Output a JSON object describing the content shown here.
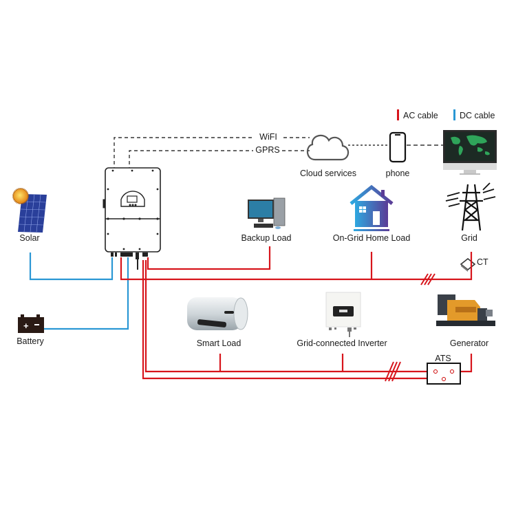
{
  "legend": {
    "ac": {
      "label": "AC cable",
      "color": "#d7141b"
    },
    "dc": {
      "label": "DC cable",
      "color": "#2a97d4"
    }
  },
  "comm": {
    "wifi_label": "WiFI",
    "gprs_label": "GPRS"
  },
  "nodes": {
    "cloud": "Cloud services",
    "phone": "phone",
    "solar": "Solar",
    "battery": "Battery",
    "backup_load": "Backup Load",
    "home_load": "On-Grid Home Load",
    "grid": "Grid",
    "ct": "CT",
    "smart_load": "Smart Load",
    "grid_inverter": "Grid-connected Inverter",
    "generator": "Generator",
    "ats": "ATS"
  },
  "colors": {
    "ac": "#d7141b",
    "dc": "#2a97d4",
    "house_gradient_start": "#2ea8e0",
    "house_gradient_end": "#5a3c96",
    "monitor_screen": "#1c2a24",
    "map_green": "#2fa45a",
    "generator_orange": "#e39a2a",
    "sun_orange": "#f0a020",
    "panel_blue": "#2a3f9a"
  }
}
